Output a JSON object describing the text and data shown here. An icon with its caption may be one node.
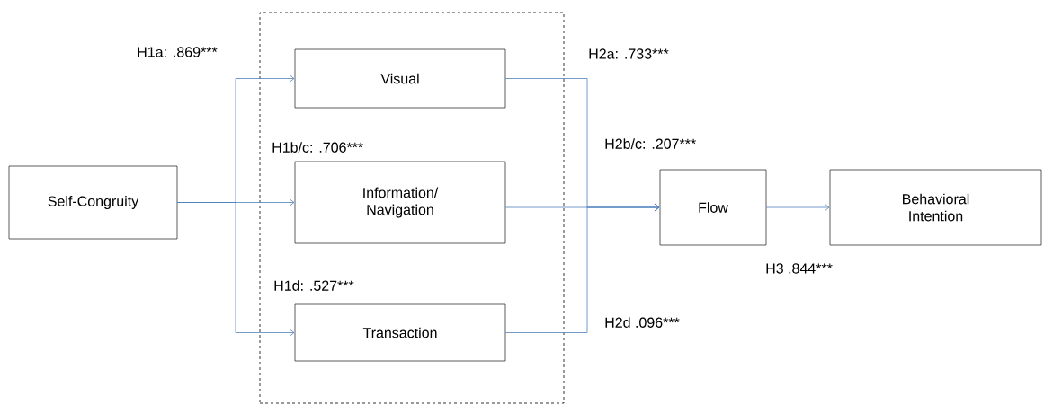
{
  "diagram": {
    "nodes": [
      {
        "text": [
          "Self-Congruity"
        ]
      },
      {
        "text": [],
        "shape": "box"
      },
      {
        "text": [
          "Visual"
        ],
        "in": 1
      },
      {
        "text": [
          "Information/ Navigation"
        ],
        "in": 1
      },
      {
        "text": [
          "Transaction"
        ],
        "in": 1
      },
      {
        "text": [
          "Flow"
        ]
      },
      {
        "text": [
          "Behavioral Intention"
        ]
      }
    ],
    "edges": [
      {
        "from": 0,
        "to": 2,
        "arrow": "to"
      },
      {
        "from": 0,
        "to": 3,
        "arrow": "to"
      },
      {
        "from": 0,
        "to": 4,
        "arrow": "to"
      },
      {
        "from": 2,
        "to": 5,
        "arrow": "to"
      },
      {
        "from": 3,
        "to": 5,
        "arrow": "to"
      },
      {
        "from": 4,
        "to": 5,
        "arrow": "to"
      },
      {
        "from": 5,
        "to": 6,
        "arrow": "to"
      }
    ],
    "labels": [
      "H1a: .869***",
      "H2a: .733***",
      "H1b/c: .706***",
      "H2b/c: .207***",
      "H3 .844***",
      "H1d: .527***",
      "H2d .096***"
    ]
  }
}
